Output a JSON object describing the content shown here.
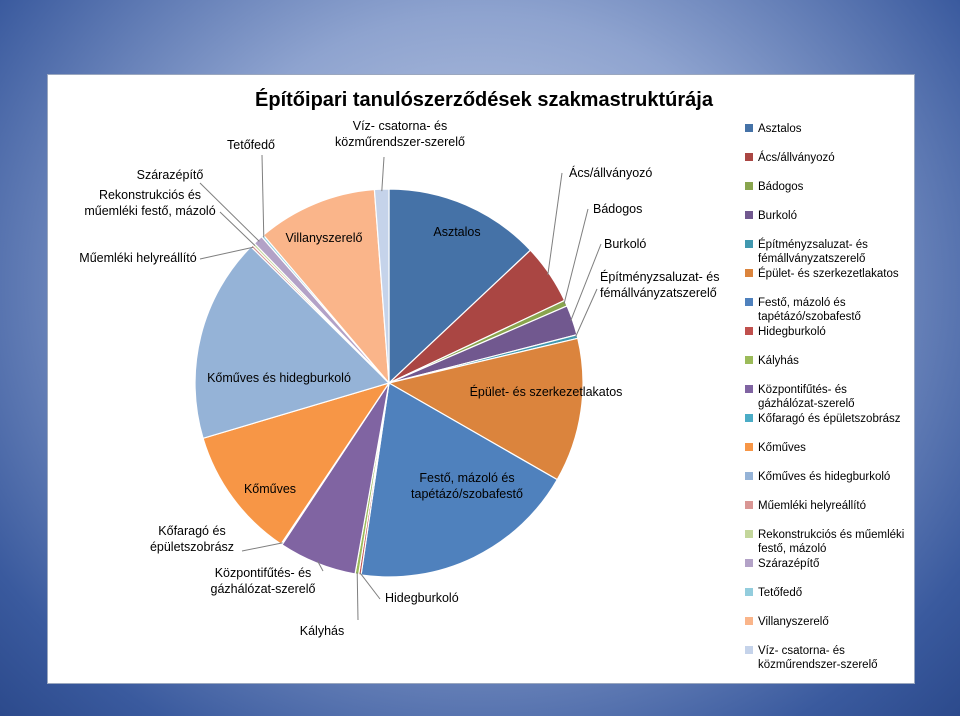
{
  "chart_data": {
    "type": "pie",
    "title": "Építőipari tanulószerződések szakmastruktúrája",
    "legend_position": "right",
    "slices": [
      {
        "label": "Asztalos",
        "value": 13.0,
        "color": "#4572a7",
        "legend": [
          "Asztalos"
        ],
        "callout": [
          "Asztalos"
        ]
      },
      {
        "label": "Ács/állványozó",
        "value": 5.0,
        "color": "#aa4643",
        "legend": [
          "Ács/állványozó"
        ],
        "callout": [
          "Ács/állványozó"
        ]
      },
      {
        "label": "Bádogos",
        "value": 0.5,
        "color": "#89a54e",
        "legend": [
          "Bádogos"
        ],
        "callout": [
          "Bádogos"
        ]
      },
      {
        "label": "Burkoló",
        "value": 2.5,
        "color": "#71588f",
        "legend": [
          "Burkoló"
        ],
        "callout": [
          "Burkoló"
        ]
      },
      {
        "label": "Építményzsaluzat- és fémállványzatszerelő",
        "value": 0.3,
        "color": "#4198af",
        "legend": [
          "Építményzsaluzat- és",
          "fémállványzatszerelő"
        ],
        "callout": [
          "Építményzsaluzat- és",
          "fémállványzatszerelő"
        ]
      },
      {
        "label": "Épület- és szerkezetlakatos",
        "value": 12.0,
        "color": "#db843d",
        "legend": [
          "Épület- és szerkezetlakatos"
        ],
        "callout": [
          "Épület- és szerkezetlakatos"
        ]
      },
      {
        "label": "Festő, mázoló és tapétázó/szobafestő",
        "value": 19.0,
        "color": "#4f81bd",
        "legend": [
          "Festő, mázoló és",
          "tapétázó/szobafestő"
        ],
        "callout": [
          "Festő, mázoló és",
          "tapétázó/szobafestő"
        ]
      },
      {
        "label": "Hidegburkoló",
        "value": 0.2,
        "color": "#c0504d",
        "legend": [
          "Hidegburkoló"
        ],
        "callout": [
          "Hidegburkoló"
        ]
      },
      {
        "label": "Kályhás",
        "value": 0.3,
        "color": "#9bbb59",
        "legend": [
          "Kályhás"
        ],
        "callout": [
          "Kályhás"
        ]
      },
      {
        "label": "Központifűtés- és gázhálózat-szerelő",
        "value": 6.5,
        "color": "#8064a2",
        "legend": [
          "Központifűtés- és",
          "gázhálózat-szerelő"
        ],
        "callout": [
          "Központifűtés- és",
          "gázhálózat-szerelő"
        ]
      },
      {
        "label": "Kőfaragó és épületszobrász",
        "value": 0.1,
        "color": "#4bacc6",
        "legend": [
          "Kőfaragó és épületszobrász"
        ],
        "callout": [
          "Kőfaragó és",
          "épületszobrász"
        ]
      },
      {
        "label": "Kőműves",
        "value": 11.0,
        "color": "#f79646",
        "legend": [
          "Kőműves"
        ],
        "callout": [
          "Kőműves"
        ]
      },
      {
        "label": "Kőműves és hidegburkoló",
        "value": 17.0,
        "color": "#95b3d7",
        "legend": [
          "Kőműves és hidegburkoló"
        ],
        "callout": [
          "Kőműves és hidegburkoló"
        ]
      },
      {
        "label": "Műemléki helyreállító",
        "value": 0.2,
        "color": "#d99694",
        "legend": [
          "Műemléki helyreállító"
        ],
        "callout": [
          "Műemléki helyreállító"
        ]
      },
      {
        "label": "Rekonstrukciós és műemléki festő, mázoló",
        "value": 0.2,
        "color": "#c3d69b",
        "legend": [
          "Rekonstrukciós és műemléki",
          "festő, mázoló"
        ],
        "callout": [
          "Rekonstrukciós és",
          "műemléki festő, mázoló"
        ]
      },
      {
        "label": "Szárazépítő",
        "value": 0.8,
        "color": "#b3a2c7",
        "legend": [
          "Szárazépítő"
        ],
        "callout": [
          "Szárazépítő"
        ]
      },
      {
        "label": "Tetőfedő",
        "value": 0.2,
        "color": "#93cddd",
        "legend": [
          "Tetőfedő"
        ],
        "callout": [
          "Tetőfedő"
        ]
      },
      {
        "label": "Villanyszerelő",
        "value": 10.0,
        "color": "#fab58a",
        "legend": [
          "Villanyszerelő"
        ],
        "callout": [
          "Villanyszerelő"
        ]
      },
      {
        "label": "Víz- csatorna- és közműrendszer-szerelő",
        "value": 1.2,
        "color": "#c5d3ea",
        "legend": [
          "Víz- csatorna- és",
          "közműrendszer-szerelő"
        ],
        "callout": [
          "Víz- csatorna- és",
          "közműrendszer-szerelő"
        ]
      }
    ]
  }
}
